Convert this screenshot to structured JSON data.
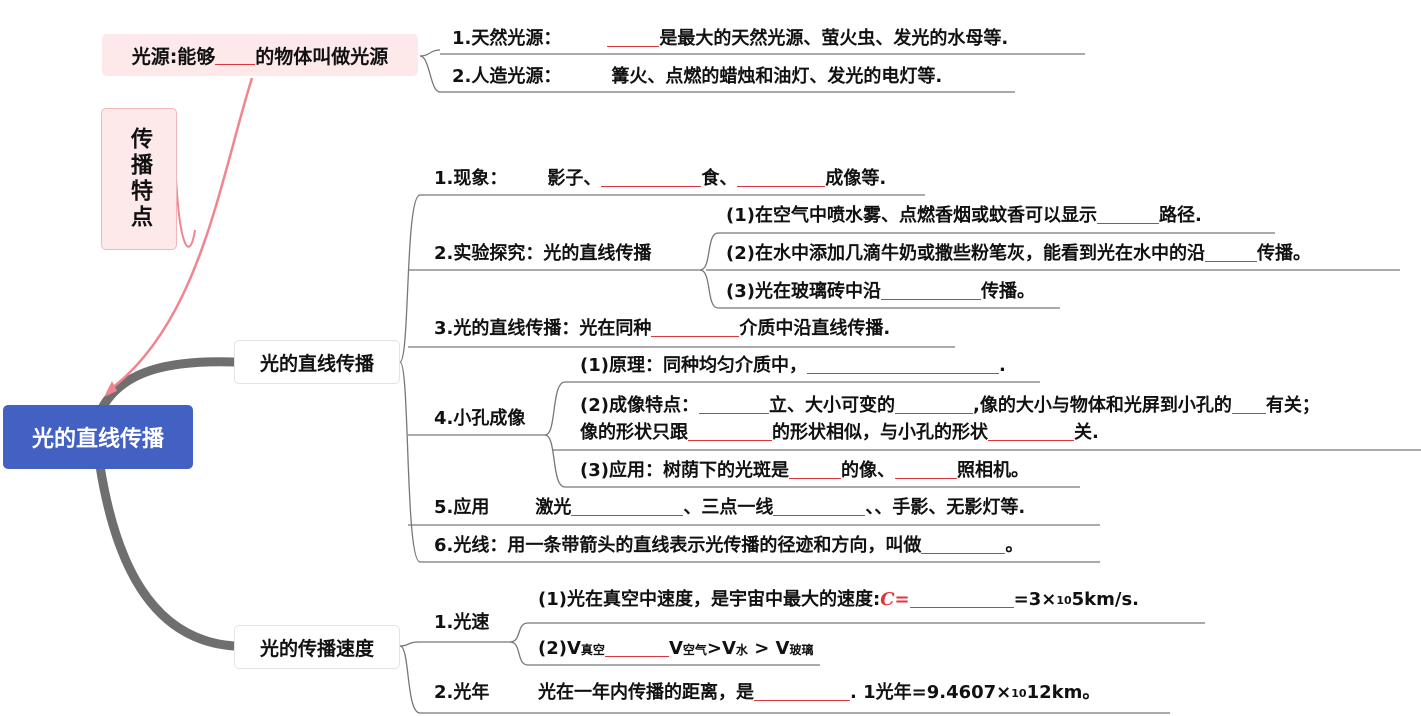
{
  "root": {
    "label": "光的直线传播"
  },
  "light_source": {
    "label_pre": "光源:能够",
    "label_post": "的物体叫做光源",
    "natural": {
      "label": "1.天然光源：",
      "text": "是最大的天然光源、萤火虫、发光的水母等."
    },
    "artificial": {
      "label": "2.人造光源：",
      "text": "篝火、点燃的蜡烛和油灯、发光的电灯等."
    }
  },
  "propagation_feature": {
    "label": "传播特点"
  },
  "rectilinear": {
    "label": "光的直线传播",
    "phenomenon": {
      "label": "1.现象：",
      "part1": "影子、",
      "part2": "食、",
      "part3": "成像等."
    },
    "experiment": {
      "label": "2.实验探究：光的直线传播",
      "item1_pre": "(1)在空气中喷水雾、点燃香烟或蚊香可以显示",
      "item1_post": "路径.",
      "item2_pre": "(2)在水中添加几滴牛奶或撒些粉笔灰，能看到光在水中的沿",
      "item2_post": "传播。",
      "item3_pre": "(3)光在玻璃砖中沿",
      "item3_post": "传播。"
    },
    "definition": {
      "pre": "3.光的直线传播：光在同种",
      "post": "介质中沿直线传播."
    },
    "pinhole": {
      "label": "4.小孔成像",
      "principle_pre": "(1)原理：同种均匀介质中，",
      "principle_post": ".",
      "feature_pre": "(2)成像特点：",
      "feature_mid1": "立、大小可变的",
      "feature_mid2": ",像的大小与物体和光屏到小孔的",
      "feature_post": "有关；",
      "feature2_pre": "像的形状只跟",
      "feature2_mid": "的形状相似，与小孔的形状",
      "feature2_post": "关.",
      "application_pre": "(3)应用：树荫下的光斑是",
      "application_mid": "的像、",
      "application_post": "照相机。"
    },
    "application": {
      "label": "5.应用",
      "pre": "激光",
      "mid": "、三点一线",
      "post": "、、手影、无影灯等."
    },
    "ray": {
      "pre": "6.光线：用一条带箭头的直线表示光传播的径迹和方向，叫做",
      "post": "。"
    }
  },
  "speed": {
    "label": "光的传播速度",
    "light_speed": {
      "label": "1.光速",
      "item1_pre": "(1)光在真空中速度，是宇宙中最大的速度:",
      "symbol": "C=",
      "item1_post": "=3×",
      "exp_base": "10",
      "item1_tail": "5km/s.",
      "item2_pre": "(2)V",
      "sub_vacuum": "真空",
      "item2_v_air": "V",
      "sub_air": "空气",
      "item2_gt1": ">V",
      "sub_water": "水",
      "item2_gt2": " > V",
      "sub_glass": "玻璃"
    },
    "light_year": {
      "label": "2.光年",
      "pre": "光在一年内传播的距离，是",
      "post": ". 1光年=9.4607×",
      "exp_base": "10",
      "tail": "12km。"
    }
  },
  "colors": {
    "root_fill": "#4361c2",
    "pink_fill": "#fde9ea",
    "pink_stroke": "#f08590",
    "line": "#777777",
    "blank": "#d9363e"
  }
}
